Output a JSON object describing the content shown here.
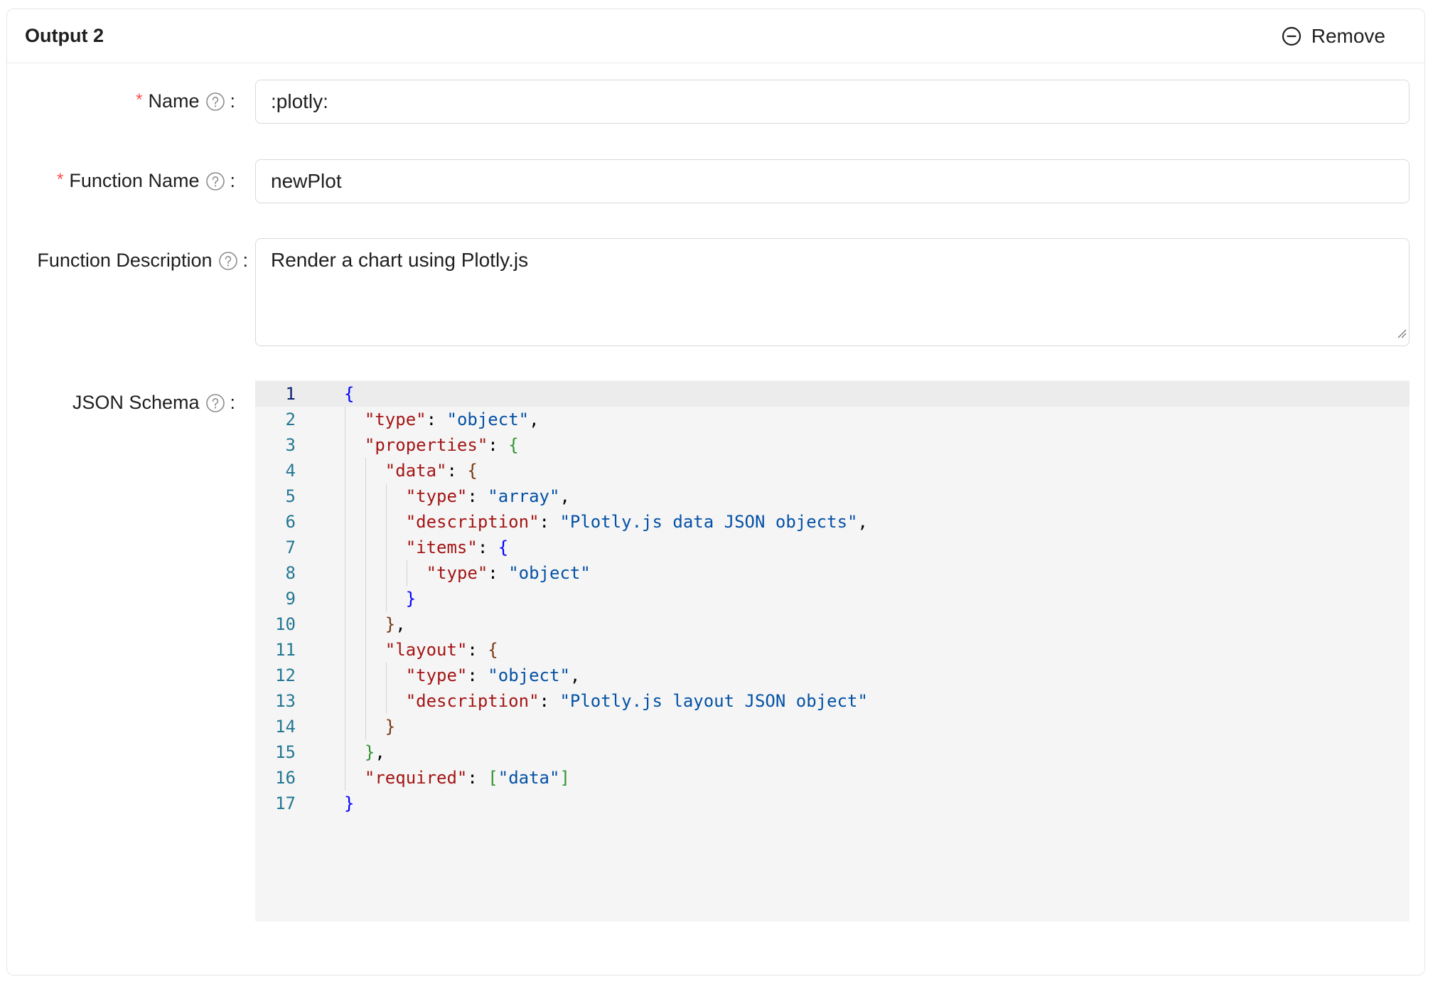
{
  "card": {
    "title": "Output 2",
    "remove_label": "Remove"
  },
  "form": {
    "name": {
      "label": "Name",
      "value": ":plotly:",
      "required": true
    },
    "function_name": {
      "label": "Function Name",
      "value": "newPlot",
      "required": true
    },
    "function_description": {
      "label": "Function Description",
      "value": "Render a chart using Plotly.js",
      "required": false
    },
    "json_schema": {
      "label": "JSON Schema",
      "required": false
    }
  },
  "editor": {
    "active_line": 1,
    "lines": [
      {
        "n": "1",
        "indent": 0,
        "tokens": [
          {
            "t": "{",
            "c": "b1"
          }
        ]
      },
      {
        "n": "2",
        "indent": 1,
        "tokens": [
          {
            "t": "\"type\"",
            "c": "k"
          },
          {
            "t": ": ",
            "c": "p"
          },
          {
            "t": "\"object\"",
            "c": "s"
          },
          {
            "t": ",",
            "c": "p"
          }
        ]
      },
      {
        "n": "3",
        "indent": 1,
        "tokens": [
          {
            "t": "\"properties\"",
            "c": "k"
          },
          {
            "t": ": ",
            "c": "p"
          },
          {
            "t": "{",
            "c": "b2"
          }
        ]
      },
      {
        "n": "4",
        "indent": 2,
        "tokens": [
          {
            "t": "\"data\"",
            "c": "k"
          },
          {
            "t": ": ",
            "c": "p"
          },
          {
            "t": "{",
            "c": "b3"
          }
        ]
      },
      {
        "n": "5",
        "indent": 3,
        "tokens": [
          {
            "t": "\"type\"",
            "c": "k"
          },
          {
            "t": ": ",
            "c": "p"
          },
          {
            "t": "\"array\"",
            "c": "s"
          },
          {
            "t": ",",
            "c": "p"
          }
        ]
      },
      {
        "n": "6",
        "indent": 3,
        "tokens": [
          {
            "t": "\"description\"",
            "c": "k"
          },
          {
            "t": ": ",
            "c": "p"
          },
          {
            "t": "\"Plotly.js data JSON objects\"",
            "c": "s"
          },
          {
            "t": ",",
            "c": "p"
          }
        ]
      },
      {
        "n": "7",
        "indent": 3,
        "tokens": [
          {
            "t": "\"items\"",
            "c": "k"
          },
          {
            "t": ": ",
            "c": "p"
          },
          {
            "t": "{",
            "c": "b1"
          }
        ]
      },
      {
        "n": "8",
        "indent": 4,
        "tokens": [
          {
            "t": "\"type\"",
            "c": "k"
          },
          {
            "t": ": ",
            "c": "p"
          },
          {
            "t": "\"object\"",
            "c": "s"
          }
        ]
      },
      {
        "n": "9",
        "indent": 3,
        "tokens": [
          {
            "t": "}",
            "c": "b1"
          }
        ]
      },
      {
        "n": "10",
        "indent": 2,
        "tokens": [
          {
            "t": "}",
            "c": "b3"
          },
          {
            "t": ",",
            "c": "p"
          }
        ]
      },
      {
        "n": "11",
        "indent": 2,
        "tokens": [
          {
            "t": "\"layout\"",
            "c": "k"
          },
          {
            "t": ": ",
            "c": "p"
          },
          {
            "t": "{",
            "c": "b3"
          }
        ]
      },
      {
        "n": "12",
        "indent": 3,
        "tokens": [
          {
            "t": "\"type\"",
            "c": "k"
          },
          {
            "t": ": ",
            "c": "p"
          },
          {
            "t": "\"object\"",
            "c": "s"
          },
          {
            "t": ",",
            "c": "p"
          }
        ]
      },
      {
        "n": "13",
        "indent": 3,
        "tokens": [
          {
            "t": "\"description\"",
            "c": "k"
          },
          {
            "t": ": ",
            "c": "p"
          },
          {
            "t": "\"Plotly.js layout JSON object\"",
            "c": "s"
          }
        ]
      },
      {
        "n": "14",
        "indent": 2,
        "tokens": [
          {
            "t": "}",
            "c": "b3"
          }
        ]
      },
      {
        "n": "15",
        "indent": 1,
        "tokens": [
          {
            "t": "}",
            "c": "b2"
          },
          {
            "t": ",",
            "c": "p"
          }
        ]
      },
      {
        "n": "16",
        "indent": 1,
        "tokens": [
          {
            "t": "\"required\"",
            "c": "k"
          },
          {
            "t": ": ",
            "c": "p"
          },
          {
            "t": "[",
            "c": "b2"
          },
          {
            "t": "\"data\"",
            "c": "s"
          },
          {
            "t": "]",
            "c": "b2"
          }
        ]
      },
      {
        "n": "17",
        "indent": 0,
        "tokens": [
          {
            "t": "}",
            "c": "b1"
          }
        ]
      }
    ]
  },
  "colors": {
    "required_marker": "#ff4d4f",
    "border": "#d9d9d9",
    "editor_bg": "#f5f5f5",
    "line_number": "#237893",
    "json_key": "#a31515",
    "json_string": "#0451a5"
  },
  "icons": {
    "remove": "minus-circle-icon",
    "help": "question-circle-icon"
  }
}
